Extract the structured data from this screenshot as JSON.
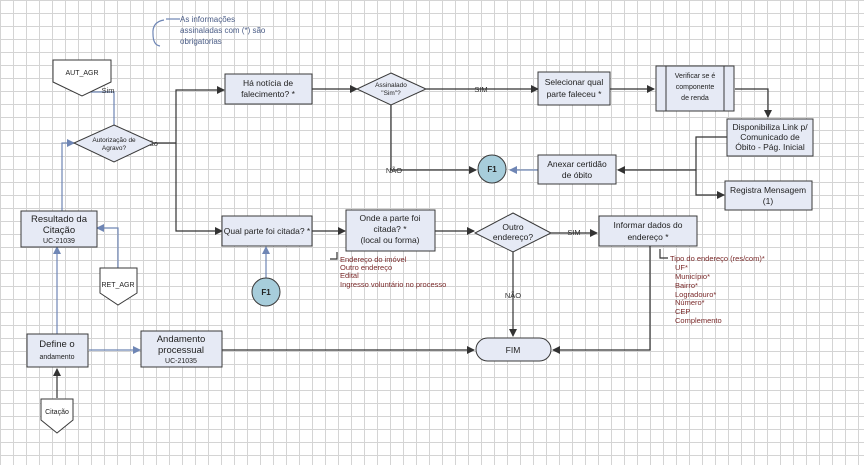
{
  "note": {
    "lines": [
      "As informações",
      "assinaladas com (*) são",
      "obrigatorias"
    ]
  },
  "nodes": {
    "aut_agr": "AUT_AGR",
    "autorizacao": [
      "Autorização de",
      "Agravo?"
    ],
    "noticia": [
      "Há notícia de",
      "falecimento? *"
    ],
    "assinalado": [
      "Assinalado",
      "\"Sim\"?"
    ],
    "selecionar": [
      "Selecionar qual",
      "parte faleceu *"
    ],
    "verificar": [
      "Verificar se é",
      "componente",
      "de renda"
    ],
    "disponibiliza": [
      "Disponibiliza Link p/",
      "Comunicado de",
      "Óbito - Pág. Inicial"
    ],
    "registra": [
      "Registra Mensagem",
      "(1)"
    ],
    "anexar": [
      "Anexar certidão",
      "de óbito"
    ],
    "f1_top": "F1",
    "f1_bottom": "F1",
    "resultado": [
      "Resultado da",
      "Citação",
      "UC-21039"
    ],
    "ret_agr": "RET_AGR",
    "qual_parte": "Qual parte foi citada? *",
    "onde": [
      "Onde a parte foi",
      "citada? *",
      "(local ou forma)"
    ],
    "outro": [
      "Outro",
      "endereço?"
    ],
    "informar": [
      "Informar dados do",
      "endereço *"
    ],
    "define": [
      "Define o",
      "andamento"
    ],
    "andamento": [
      "Andamento",
      "processual",
      "UC-21035"
    ],
    "fim": "FIM",
    "citacao": "Citação"
  },
  "edge_labels": {
    "sim_aut": "Sim",
    "nao_aut": "Não",
    "sim_assinalado": "SIM",
    "nao_assinalado": "NÃO",
    "sim_outro": "SIM",
    "nao_outro": "NÃO"
  },
  "onde_options": [
    "Endereço do imóvel",
    "Outro endereço",
    "Edital",
    "Ingresso voluntário no processo"
  ],
  "endereco_fields": [
    "Tipo do endereço (res/com)*",
    "UF*",
    "Município*",
    "Bairro*",
    "Logradouro*",
    "Número*",
    "CEP",
    "Complemento"
  ],
  "colors": {
    "box_fill": "#e6eaf5",
    "circle_fill": "#a7cddb",
    "blue_edge": "#6f86b5",
    "note_text": "#7a2a2a",
    "grid": "#d4d4d4"
  }
}
